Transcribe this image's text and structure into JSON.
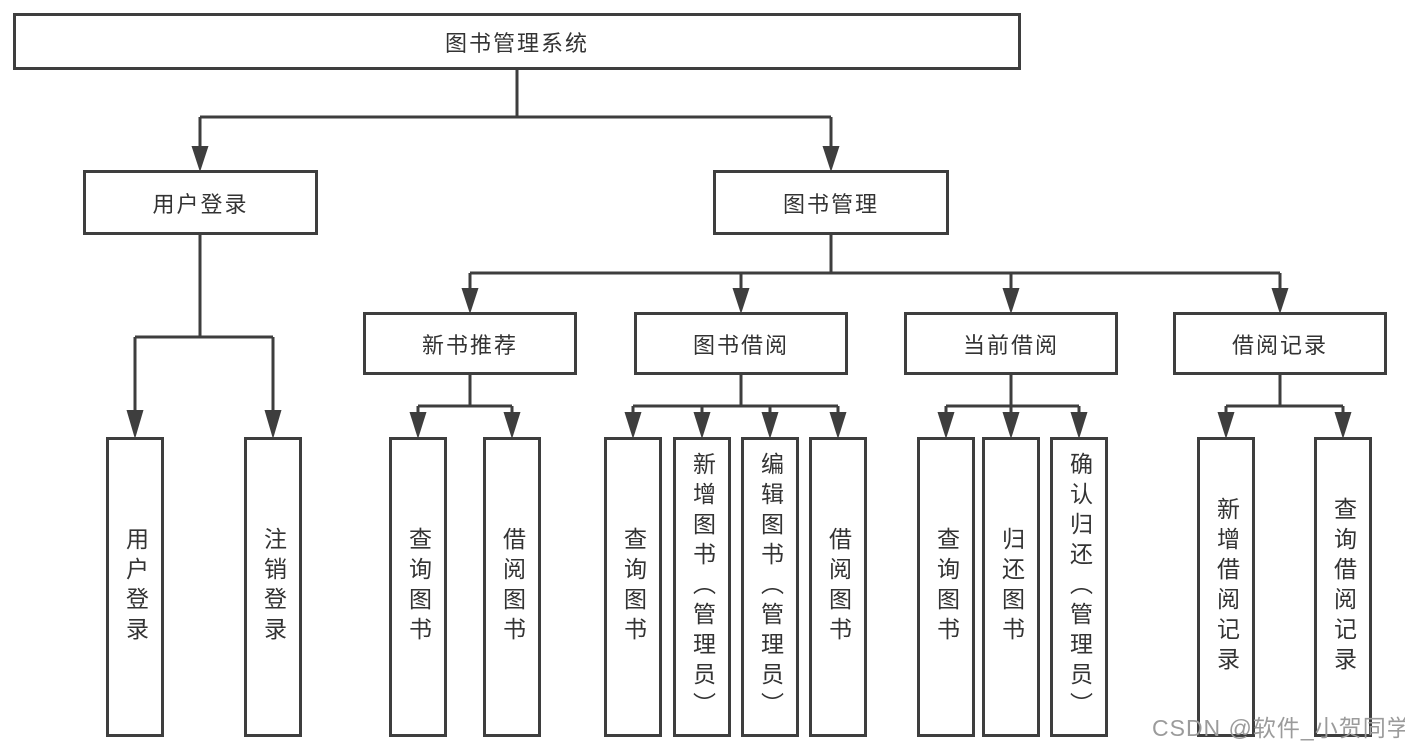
{
  "diagram": {
    "root": {
      "label": "图书管理系统",
      "children": [
        {
          "label": "用户登录",
          "children": [
            {
              "label": "用户登录"
            },
            {
              "label": "注销登录"
            }
          ]
        },
        {
          "label": "图书管理",
          "children": [
            {
              "label": "新书推荐",
              "children": [
                {
                  "label": "查询图书"
                },
                {
                  "label": "借阅图书"
                }
              ]
            },
            {
              "label": "图书借阅",
              "children": [
                {
                  "label": "查询图书"
                },
                {
                  "label": "新增图书（管理员）"
                },
                {
                  "label": "编辑图书（管理员）"
                },
                {
                  "label": "借阅图书"
                }
              ]
            },
            {
              "label": "当前借阅",
              "children": [
                {
                  "label": "查询图书"
                },
                {
                  "label": "归还图书"
                },
                {
                  "label": "确认归还（管理员）"
                }
              ]
            },
            {
              "label": "借阅记录",
              "children": [
                {
                  "label": "新增借阅记录"
                },
                {
                  "label": "查询借阅记录"
                }
              ]
            }
          ]
        }
      ]
    },
    "colors": {
      "line": "#3e3e3e",
      "text": "#333333",
      "background": "#ffffff",
      "watermark": "#9b9b9b"
    }
  },
  "watermark": {
    "text": "CSDN @软件_小贺同学"
  }
}
